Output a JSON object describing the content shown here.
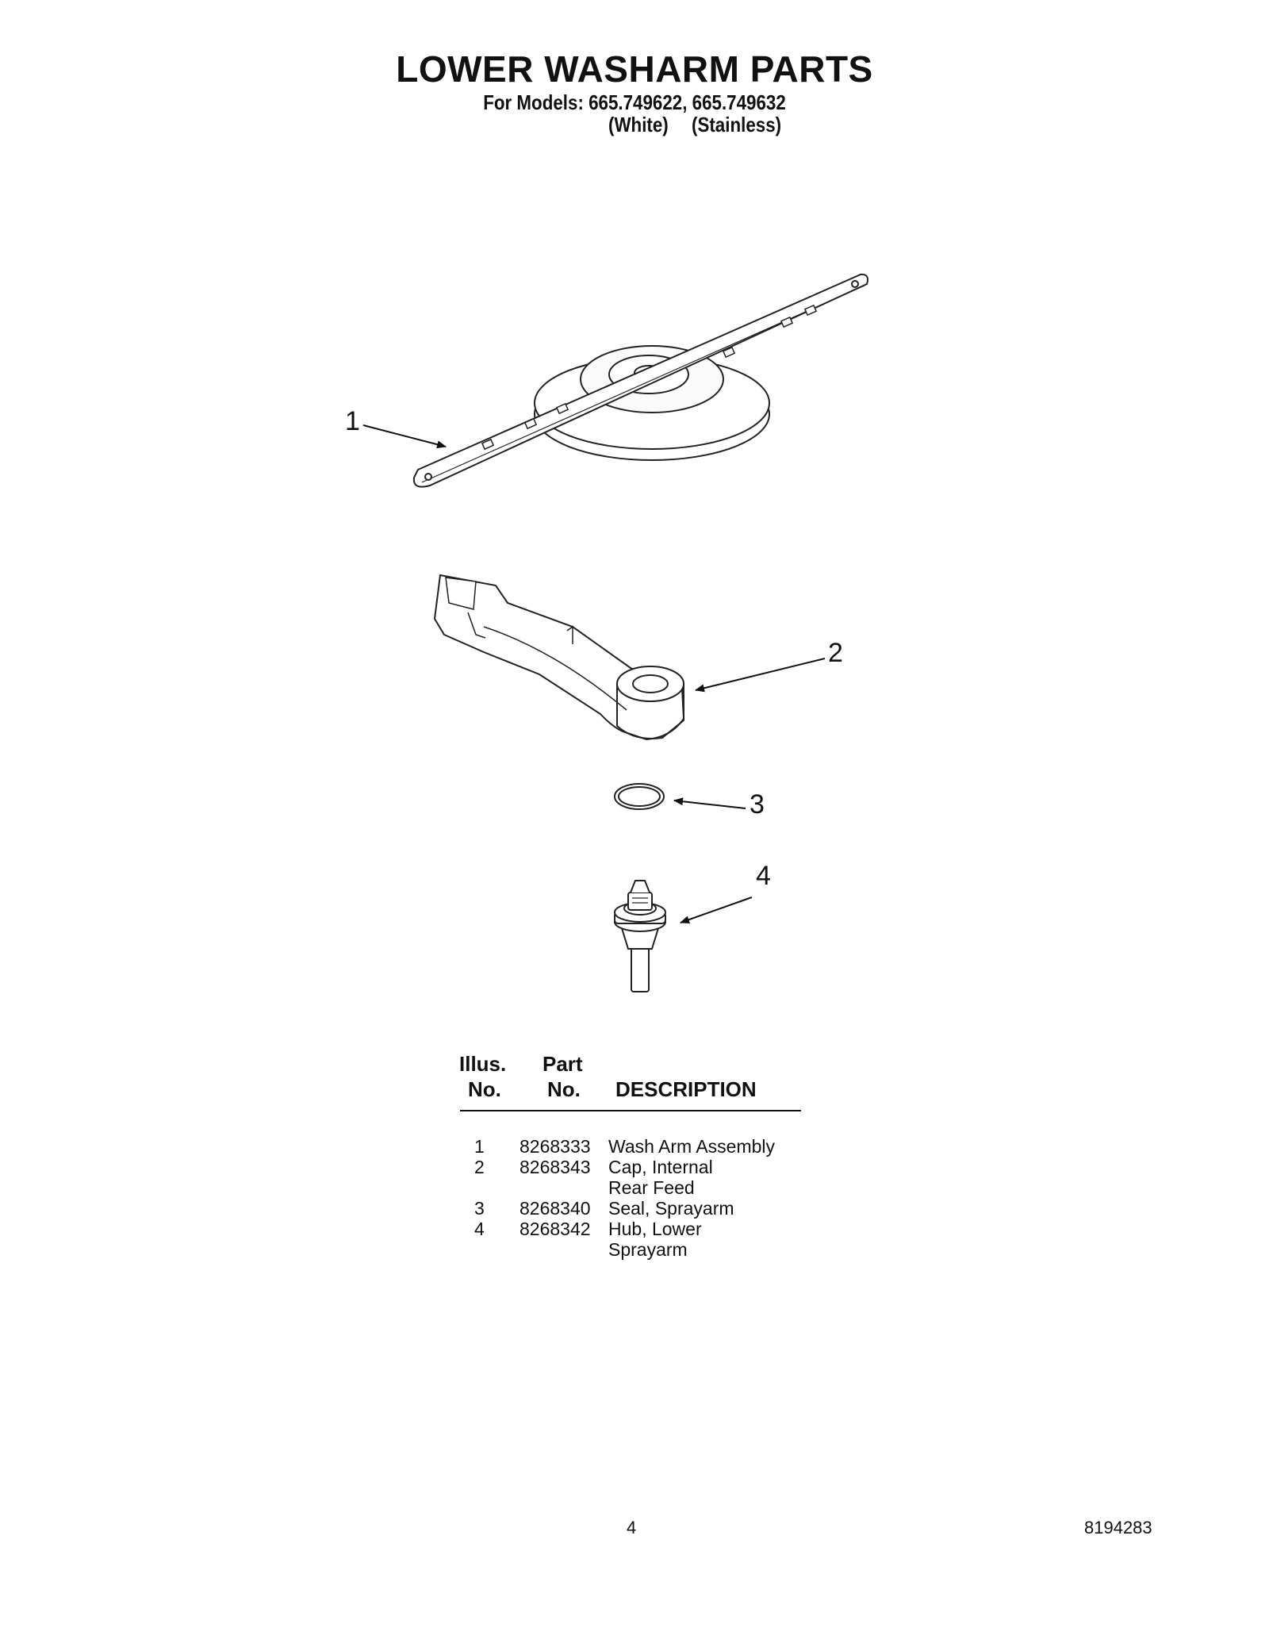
{
  "header": {
    "title": "LOWER WASHARM PARTS",
    "models": "For Models: 665.749622, 665.749632",
    "finish_white": "(White)",
    "finish_stainless": "(Stainless)"
  },
  "callouts": [
    "1",
    "2",
    "3",
    "4"
  ],
  "table": {
    "headers": {
      "illus_top": "Illus.",
      "illus_bottom": "No.",
      "part_top": "Part",
      "part_bottom": "No.",
      "description": "DESCRIPTION"
    },
    "rows": [
      {
        "illus": "1",
        "part": "8268333",
        "desc": [
          "Wash Arm Assembly"
        ]
      },
      {
        "illus": "2",
        "part": "8268343",
        "desc": [
          "Cap, Internal",
          "Rear Feed"
        ]
      },
      {
        "illus": "3",
        "part": "8268340",
        "desc": [
          "Seal, Sprayarm"
        ]
      },
      {
        "illus": "4",
        "part": "8268342",
        "desc": [
          "Hub, Lower",
          "Sprayarm"
        ]
      }
    ]
  },
  "footer": {
    "page_number": "4",
    "doc_number": "8194283"
  }
}
